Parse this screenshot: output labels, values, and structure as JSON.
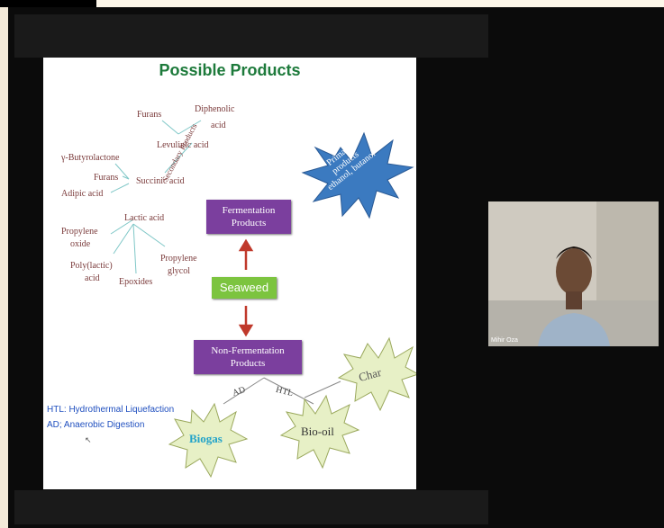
{
  "slide": {
    "title": "Possible Products",
    "secondary": {
      "furans_top": "Furans",
      "diphenolic": "Diphenolic",
      "diphenolic2": "acid",
      "levulinic": "Levulinic acid",
      "butyrolactone": "γ-Butyrolactone",
      "furans_mid": "Furans",
      "succinic": "Succinic acid",
      "adipic": "Adipic acid",
      "lactic": "Lactic acid",
      "propylene_oxide_1": "Propylene",
      "propylene_oxide_2": "oxide",
      "polylactic_1": "Poly(lactic)",
      "polylactic_2": "acid",
      "epoxides": "Epoxides",
      "propylene_glycol_1": "Propylene",
      "propylene_glycol_2": "glycol",
      "rotated_label": "Secondary Products"
    },
    "fermentation": {
      "line1": "Fermentation",
      "line2": "Products"
    },
    "primary": {
      "line1": "Primary",
      "line2": "products",
      "line3": "ethanol, butanol"
    },
    "seaweed": "Seaweed",
    "non_fermentation": {
      "line1": "Non-Fermentation",
      "line2": "Products"
    },
    "ad_label": "AD",
    "htl_label": "HTL",
    "char": "Char",
    "biogas": "Biogas",
    "biooil": "Bio-oil",
    "legend": {
      "htl": "HTL: Hydrothermal Liquefaction",
      "ad": "AD; Anaerobic Digestion"
    }
  },
  "participant": {
    "name": "Mihir Oza"
  },
  "colors": {
    "title": "#1d7a3b",
    "box": "#7b3f9e",
    "seaweed": "#7cc43f",
    "arrow": "#c0392b",
    "legend": "#1f4fbf",
    "star": "#e7f0c6"
  }
}
